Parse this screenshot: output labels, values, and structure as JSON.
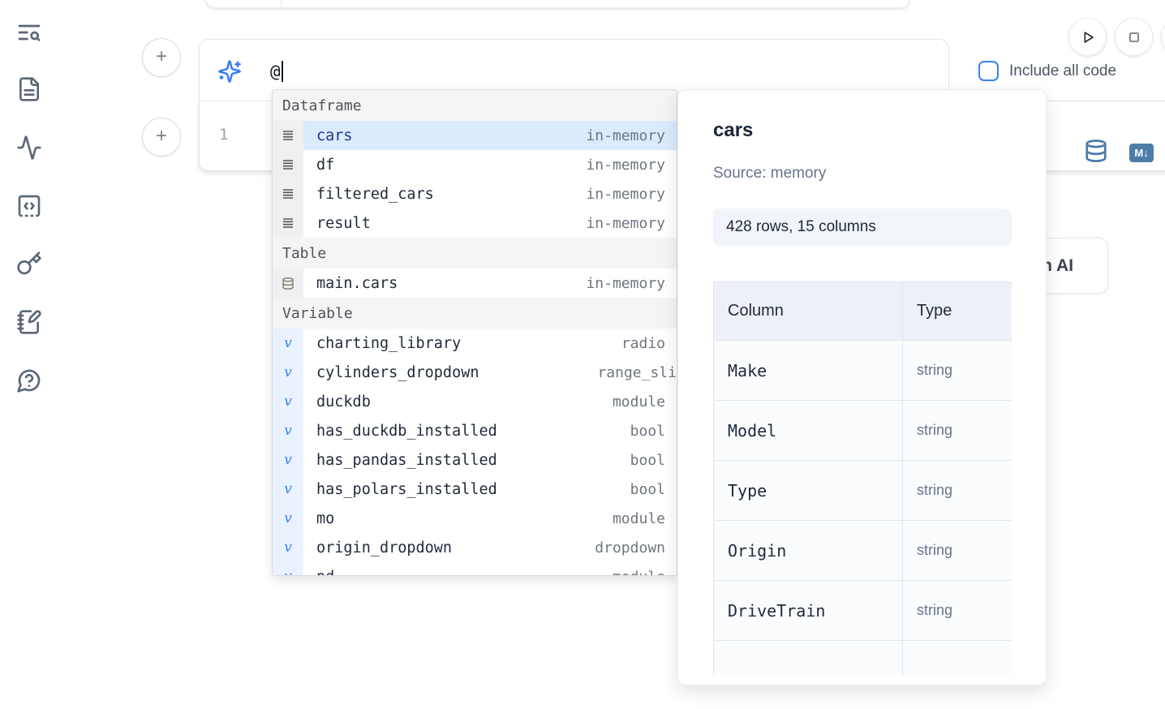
{
  "sidebar": {
    "icons": [
      {
        "name": "text-search-icon"
      },
      {
        "name": "file-text-icon"
      },
      {
        "name": "activity-icon"
      },
      {
        "name": "snippets-code-icon"
      },
      {
        "name": "key-icon"
      },
      {
        "name": "scratchpad-notebook-pen-icon"
      },
      {
        "name": "help-chat-question-icon"
      }
    ]
  },
  "add_cell": {
    "plus_label": "+"
  },
  "ai_bar": {
    "prompt_value": "@",
    "include_all_code_label": "Include all code",
    "include_all_code_checked": false
  },
  "run_controls": {
    "play_icon": "run-cell",
    "stop_icon": "stop-kernel"
  },
  "cell": {
    "line_number": "1",
    "toolbar_icons": [
      "database-icon",
      "markdown-icon"
    ],
    "markdown_badge": "M↓"
  },
  "ai_button_fragment": {
    "label": "with AI"
  },
  "autocomplete": {
    "sections": [
      {
        "label": "Dataframe",
        "items": [
          {
            "icon": "rows-icon",
            "name": "cars",
            "type": "in-memory",
            "selected": true
          },
          {
            "icon": "rows-icon",
            "name": "df",
            "type": "in-memory",
            "selected": false
          },
          {
            "icon": "rows-icon",
            "name": "filtered_cars",
            "type": "in-memory",
            "selected": false
          },
          {
            "icon": "rows-icon",
            "name": "result",
            "type": "in-memory",
            "selected": false
          }
        ]
      },
      {
        "label": "Table",
        "items": [
          {
            "icon": "database-icon",
            "name": "main.cars",
            "type": "in-memory",
            "selected": false
          }
        ]
      },
      {
        "label": "Variable",
        "items": [
          {
            "icon": "variable-icon",
            "glyph": "v",
            "name": "charting_library",
            "type": "radio"
          },
          {
            "icon": "variable-icon",
            "glyph": "v",
            "name": "cylinders_dropdown",
            "type": "range_sli"
          },
          {
            "icon": "variable-icon",
            "glyph": "v",
            "name": "duckdb",
            "type": "module"
          },
          {
            "icon": "variable-icon",
            "glyph": "v",
            "name": "has_duckdb_installed",
            "type": "bool"
          },
          {
            "icon": "variable-icon",
            "glyph": "v",
            "name": "has_pandas_installed",
            "type": "bool"
          },
          {
            "icon": "variable-icon",
            "glyph": "v",
            "name": "has_polars_installed",
            "type": "bool"
          },
          {
            "icon": "variable-icon",
            "glyph": "v",
            "name": "mo",
            "type": "module"
          },
          {
            "icon": "variable-icon",
            "glyph": "v",
            "name": "origin_dropdown",
            "type": "dropdown"
          },
          {
            "icon": "variable-icon",
            "glyph": "v",
            "name": "pd",
            "type": "module",
            "clipped": true
          }
        ]
      }
    ]
  },
  "preview": {
    "title": "cars",
    "source": "Source: memory",
    "shape_badge": "428 rows, 15 columns",
    "table": {
      "headers": [
        "Column",
        "Type"
      ],
      "rows": [
        [
          "Make",
          "string"
        ],
        [
          "Model",
          "string"
        ],
        [
          "Type",
          "string"
        ],
        [
          "Origin",
          "string"
        ],
        [
          "DriveTrain",
          "string"
        ]
      ]
    }
  },
  "colors": {
    "accent_blue": "#3b82f6",
    "steel_blue": "#4e7ca8",
    "selection_bg": "#d9ebfd",
    "selection_text": "#1e3a8a",
    "sidebar_icon": "#5b6779"
  }
}
